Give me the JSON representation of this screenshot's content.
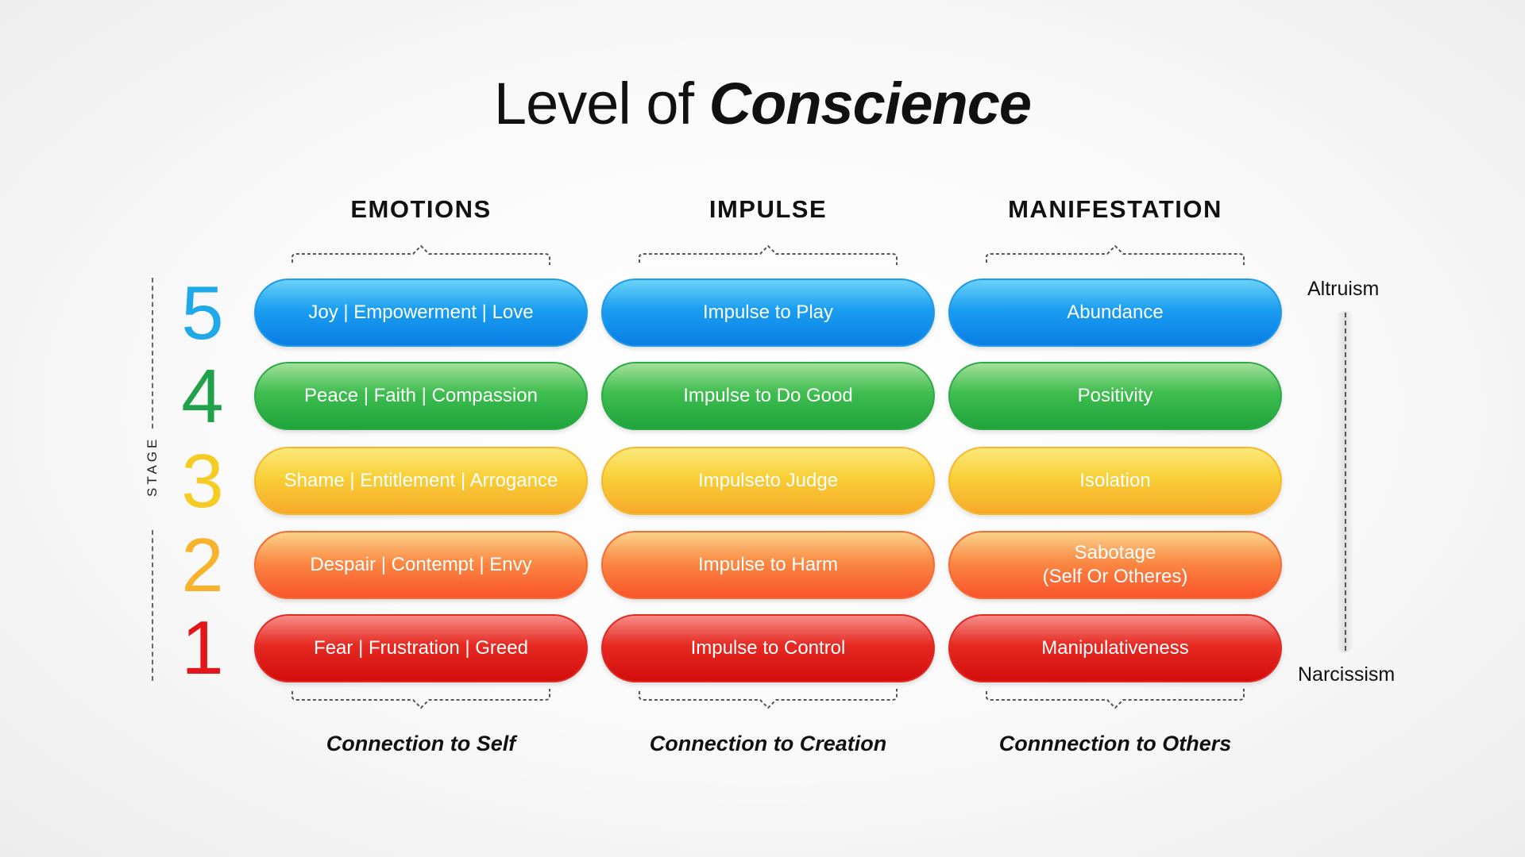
{
  "title": {
    "prefix": "Level of ",
    "emphasis": "Conscience"
  },
  "columns": [
    {
      "heading": "EMOTIONS",
      "footer": "Connection to Self",
      "items": {
        "5": "Joy | Empowerment | Love",
        "4": "Peace | Faith | Compassion",
        "3": "Shame | Entitlement | Arrogance",
        "2": "Despair | Contempt | Envy",
        "1": "Fear | Frustration | Greed"
      }
    },
    {
      "heading": "IMPULSE",
      "footer": "Connection to Creation",
      "items": {
        "5": "Impulse to Play",
        "4": "Impulse to Do Good",
        "3": "Impulseto Judge",
        "2": "Impulse to Harm",
        "1": "Impulse to Control"
      }
    },
    {
      "heading": "MANIFESTATION",
      "footer": "Connnection to Others",
      "items": {
        "5": "Abundance",
        "4": "Positivity",
        "3": "Isolation",
        "2": "Sabotage\n(Self Or Otheres)",
        "1": "Manipulativeness"
      }
    }
  ],
  "stage": {
    "label": "STAGE",
    "numbers": [
      "5",
      "4",
      "3",
      "2",
      "1"
    ],
    "colors": {
      "5": "#1fa9e8",
      "4": "#1fa24a",
      "3": "#f4cc23",
      "2": "#f7b32b",
      "1": "#e4141b"
    }
  },
  "scale": {
    "top": "Altruism",
    "bottom": "Narcissism"
  }
}
